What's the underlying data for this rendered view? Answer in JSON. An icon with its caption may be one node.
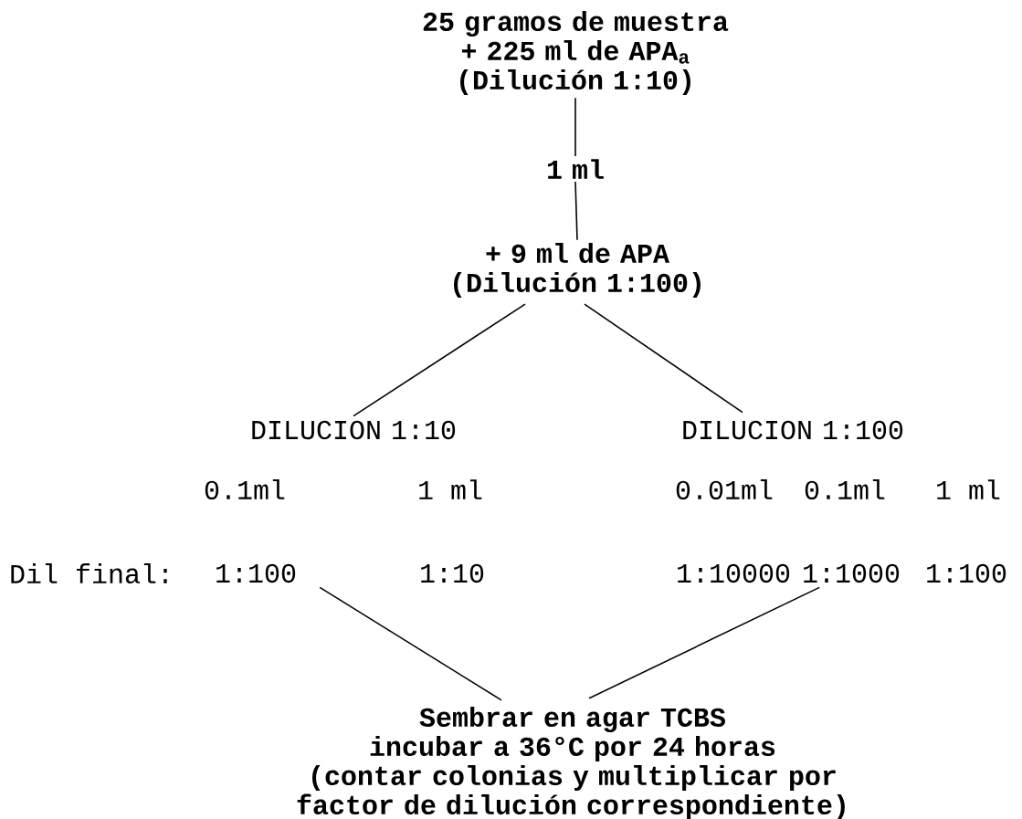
{
  "diagram": {
    "nodes": [
      {
        "text": [
          "25 gramos de muestra + 225 ml de APA$_{a}$ (Dilución 1:10)"
        ]
      },
      {
        "text": [
          "1 ml"
        ]
      },
      {
        "text": [
          "+ 9 ml de APA (Dilución 1:100)"
        ]
      },
      {
        "text": [
          "DILUCION 1:10"
        ]
      },
      {
        "text": [
          "DILUCION 1:100"
        ]
      },
      {
        "text": [
          "1:100"
        ]
      },
      {
        "text": [
          "1:10000"
        ]
      },
      {
        "text": [
          "Sembrar en agar TCBS",
          "incubar a 36°C por 24 horas",
          "(contar colonias y multiplicar por factor de dilución correspondiente)"
        ]
      }
    ],
    "edges": [
      {
        "from": 0,
        "to": 1,
        "arrow": "none"
      },
      {
        "from": 1,
        "to": 2,
        "arrow": "none"
      },
      {
        "from": 2,
        "to": 3,
        "arrow": "none"
      },
      {
        "from": 2,
        "to": 4,
        "arrow": "none"
      },
      {
        "from": 5,
        "to": 7,
        "arrow": "none"
      },
      {
        "from": 6,
        "to": 7,
        "arrow": "none"
      }
    ],
    "labels": [
      "0.1ml",
      "1 ml",
      "0.01ml",
      "0.1ml",
      "1 ml",
      "Dil final:",
      "1:10",
      "1:1000",
      "1:100"
    ]
  }
}
